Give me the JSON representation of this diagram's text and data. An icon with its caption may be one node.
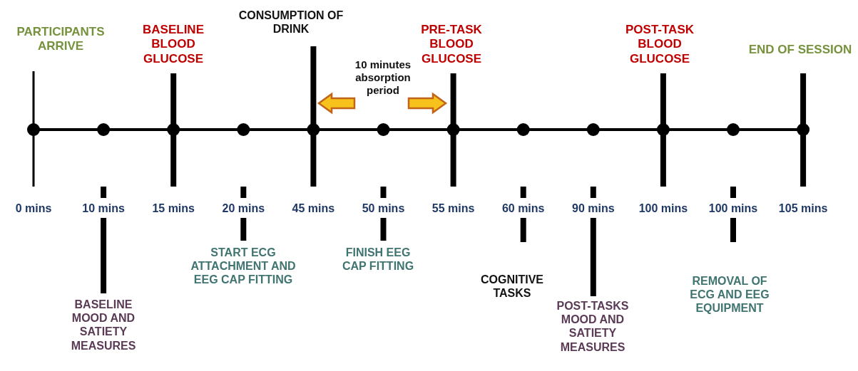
{
  "diagram": {
    "labels": [
      "PARTICIPANTS ARRIVE",
      "BASELINE BLOOD GLUCOSE",
      "CONSUMPTION OF DRINK",
      "PRE-TASK BLOOD GLUCOSE",
      "10 minutes absorption period",
      "POST-TASK BLOOD GLUCOSE",
      "END OF SESSION",
      "0 mins",
      "10 mins",
      "15 mins",
      "20 mins",
      "45 mins",
      "50 mins",
      "55 mins",
      "60 mins",
      "90 mins",
      "100 mins",
      "100 mins",
      "105 mins",
      "START ECG ATTACHMENT AND EEG CAP FITTING",
      "FINISH EEG CAP FITTING",
      "COGNITIVE TASKS",
      "BASELINE MOOD AND SATIETY MEASURES",
      "REMOVAL OF ECG AND EEG EQUIPMENT",
      "POST-TASKS MOOD AND SATIETY MEASURES"
    ]
  }
}
